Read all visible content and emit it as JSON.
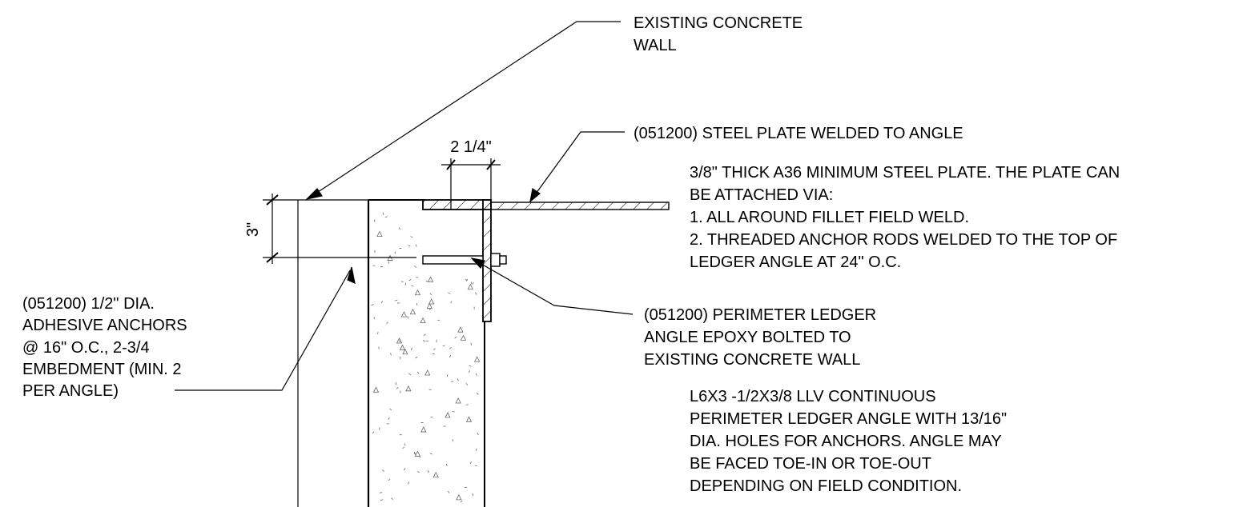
{
  "notes": {
    "existing_wall": [
      "EXISTING CONCRETE",
      "WALL"
    ],
    "steel_plate_title": "(051200) STEEL PLATE WELDED TO ANGLE",
    "steel_plate_desc": [
      "3/8\" THICK A36 MINIMUM STEEL PLATE. THE PLATE CAN",
      "BE ATTACHED VIA:",
      "1. ALL AROUND FILLET FIELD WELD.",
      "2. THREADED ANCHOR RODS WELDED TO THE TOP OF",
      "LEDGER ANGLE AT 24\" O.C."
    ],
    "anchors": [
      "(051200) 1/2\" DIA.",
      "ADHESIVE ANCHORS",
      "@ 16\" O.C., 2-3/4",
      "EMBEDMENT (MIN. 2",
      "PER ANGLE)"
    ],
    "ledger": [
      "(051200) PERIMETER LEDGER",
      "ANGLE EPOXY BOLTED TO",
      "EXISTING CONCRETE WALL"
    ],
    "angle_desc": [
      "L6X3 -1/2X3/8 LLV CONTINUOUS",
      "PERIMETER LEDGER ANGLE WITH 13/16\"",
      "DIA. HOLES FOR ANCHORS. ANGLE MAY",
      "BE FACED TOE-IN OR TOE-OUT",
      "DEPENDING ON FIELD CONDITION."
    ]
  },
  "dimensions": {
    "horizontal": "2 1/4\"",
    "vertical": "3\""
  }
}
